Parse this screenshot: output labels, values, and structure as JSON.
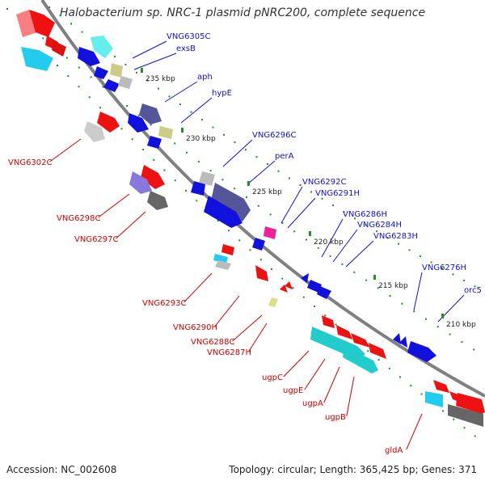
{
  "title": "Halobacterium sp. NRC-1 plasmid pNRC200, complete sequence",
  "footer": {
    "accession": "Accession: NC_002608",
    "summary": "Topology: circular; Length: 365,425 bp; Genes: 371"
  },
  "colors": {
    "backbone": "#808080",
    "top_label": "#1010d0",
    "bottom_label": "#cc0000",
    "tick": "#2a8a2a"
  },
  "ticks": [
    "235 kbp",
    "230 kbp",
    "225 kbp",
    "220 kbp",
    "215 kbp",
    "210 kbp"
  ],
  "top_labels": [
    "VNG6305C",
    "exsB",
    "aph",
    "hypE",
    "VNG6296C",
    "perA",
    "VNG6292C",
    "VNG6291H",
    "VNG6286H",
    "VNG6284H",
    "VNG6283H",
    "VNG6276H",
    "orc5"
  ],
  "bottom_labels": [
    "VNG6302C",
    "VNG6298C",
    "VNG6297C",
    "VNG6293C",
    "VNG6290H",
    "VNG6288C",
    "VNG6287H",
    "ugpC",
    "ugpE",
    "ugpA",
    "ugpB",
    "gldA"
  ]
}
